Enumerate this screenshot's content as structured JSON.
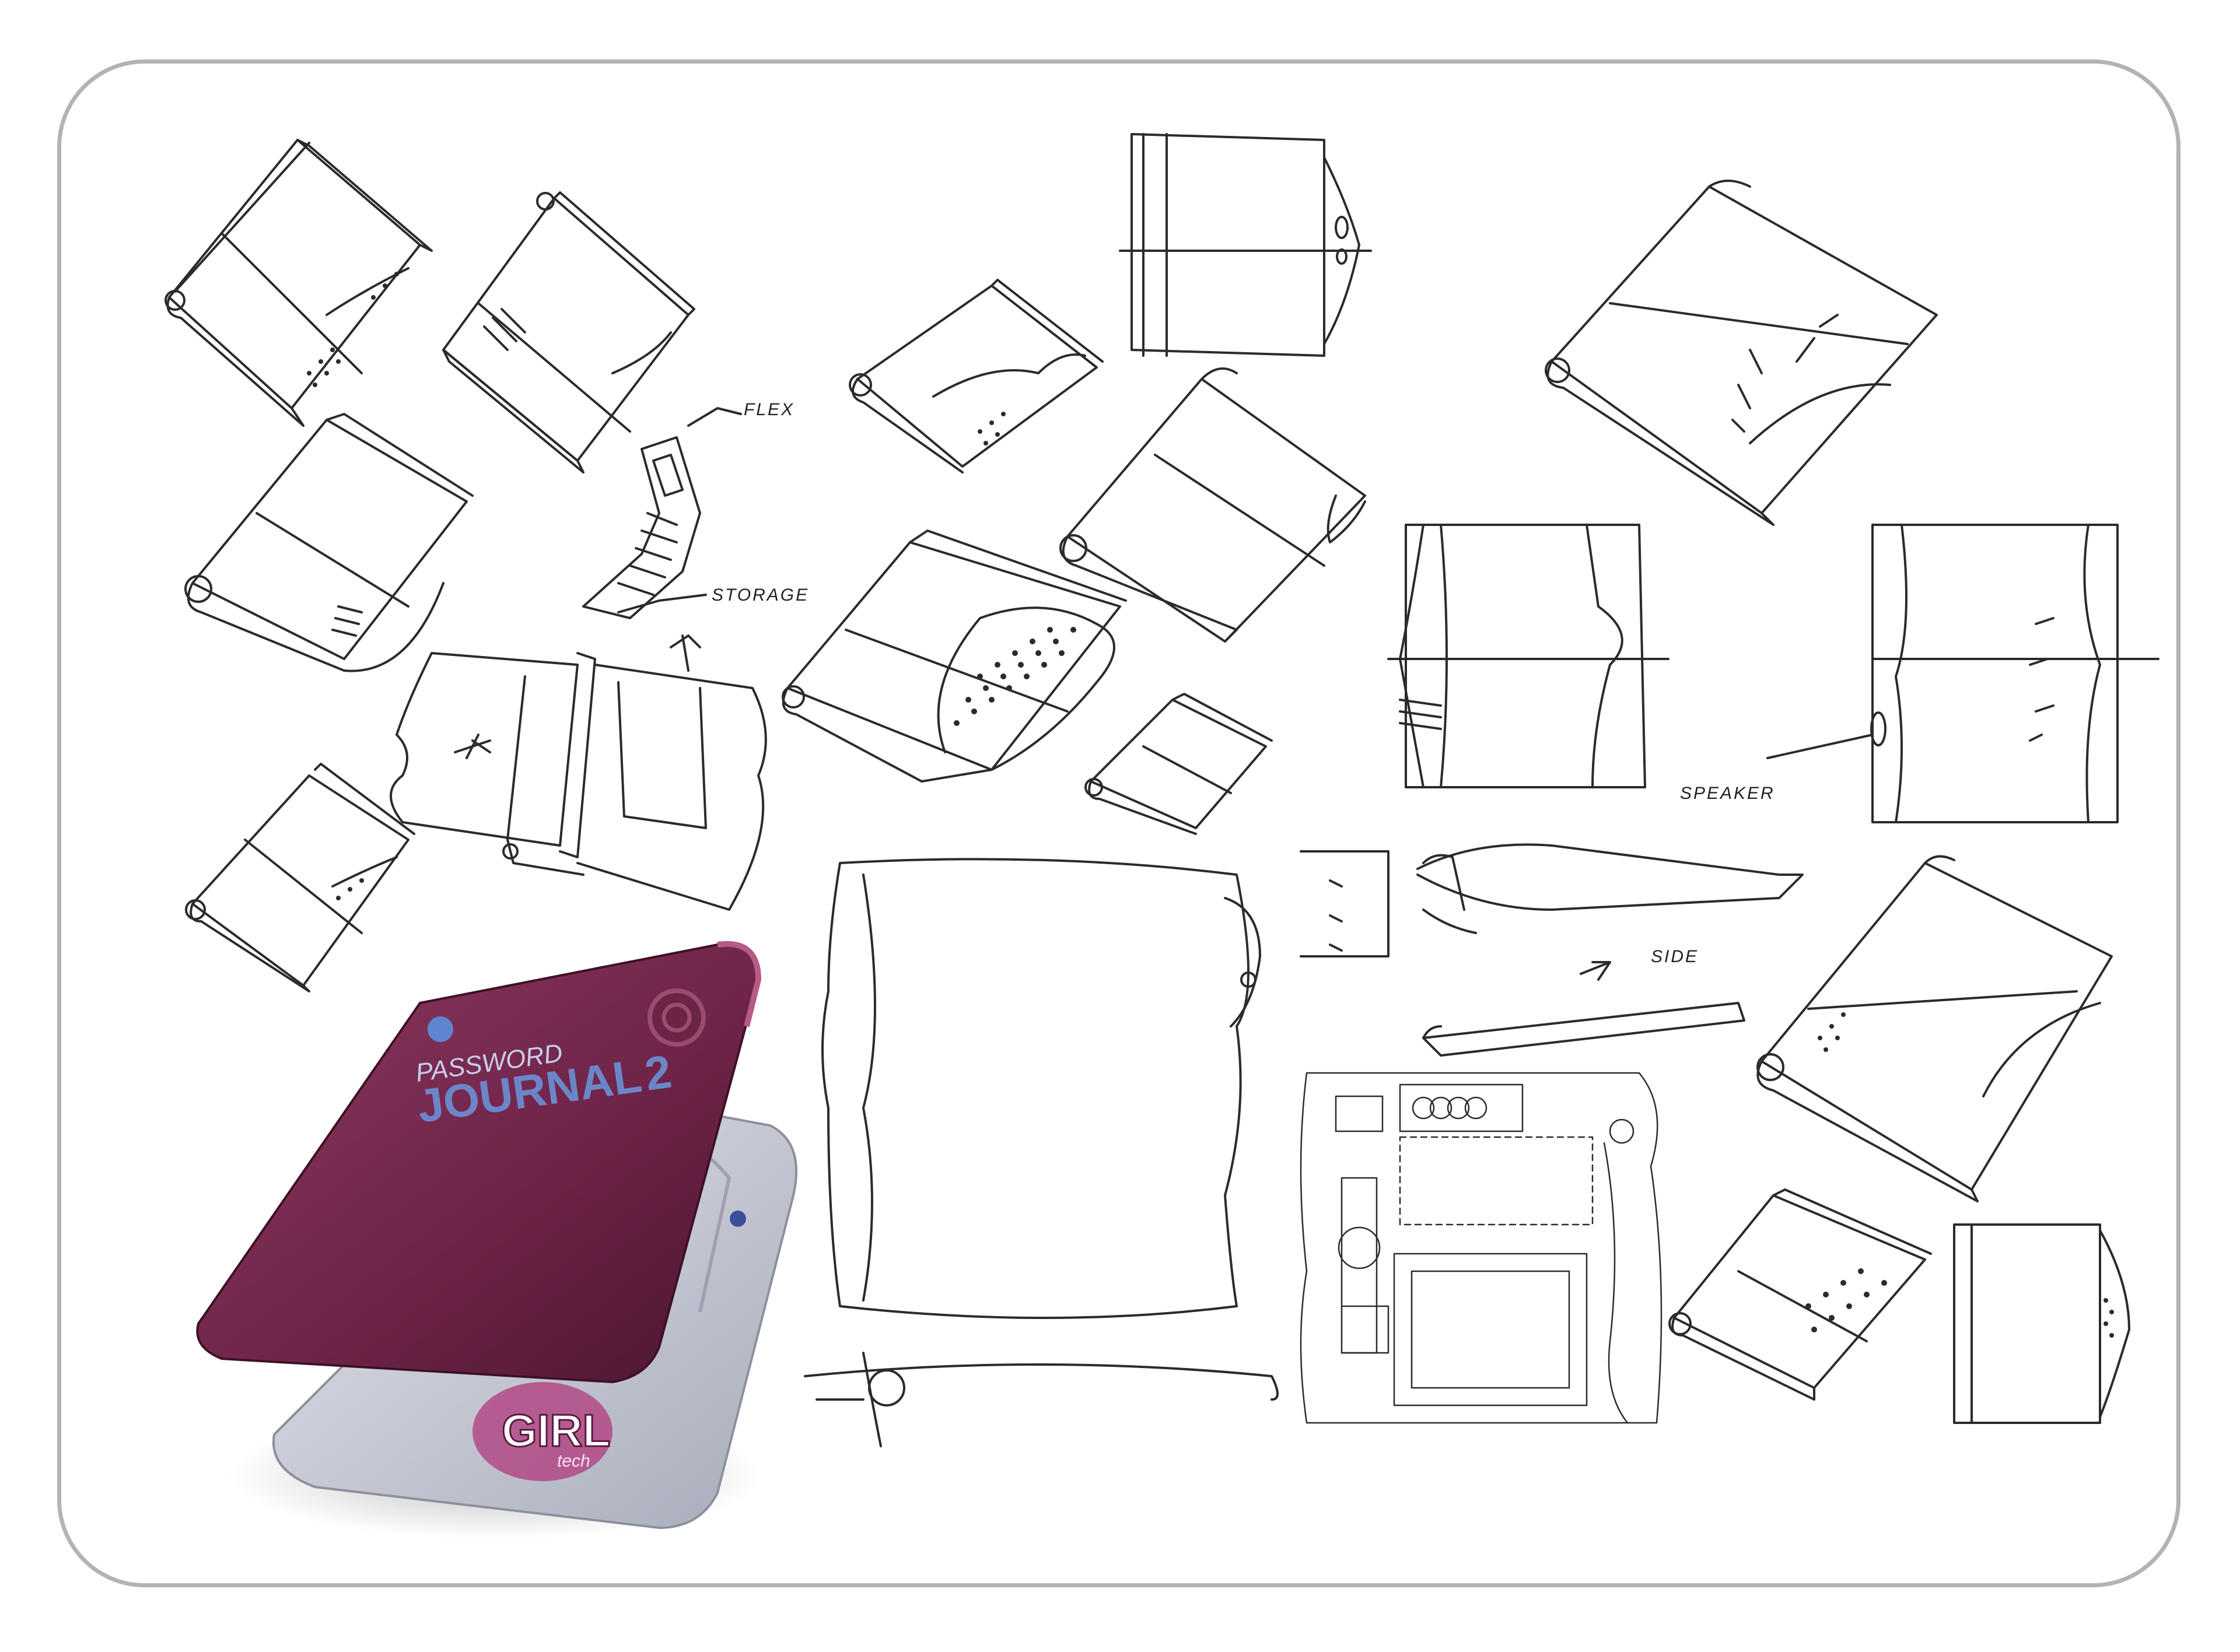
{
  "sketch_labels": {
    "flex": "FLEX",
    "storage": "STORAGE",
    "speaker": "SPEAKER",
    "side": "SIDE"
  },
  "product": {
    "brand_small": "PASSWORD",
    "name": "JOURNAL",
    "version": "2",
    "sticker_big": "GIRL",
    "sticker_small": "tech"
  },
  "colors": {
    "background": "#ffffff",
    "frame": "#b3b3b3",
    "ink": "#2b2b2b",
    "lid": "#7a2a4e",
    "lid_highlight": "#a04a70",
    "logo_blue": "#6b86c8",
    "body_grey": "#c9ccd6"
  }
}
